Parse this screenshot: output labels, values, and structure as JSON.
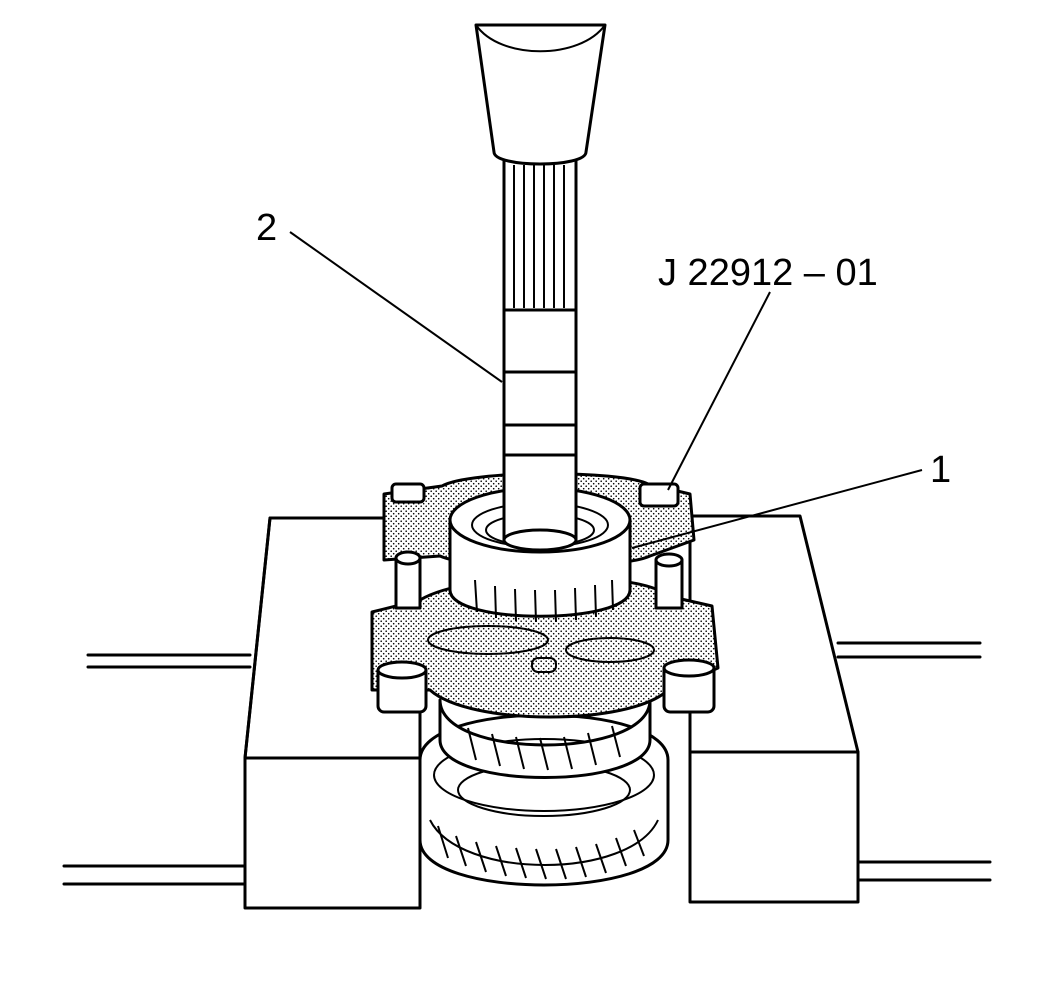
{
  "callouts": {
    "label_1": "1",
    "label_2": "2",
    "tool_number": "J 22912 – 01"
  },
  "colors": {
    "line": "#000000",
    "background": "#ffffff",
    "stipple": "#000000"
  }
}
